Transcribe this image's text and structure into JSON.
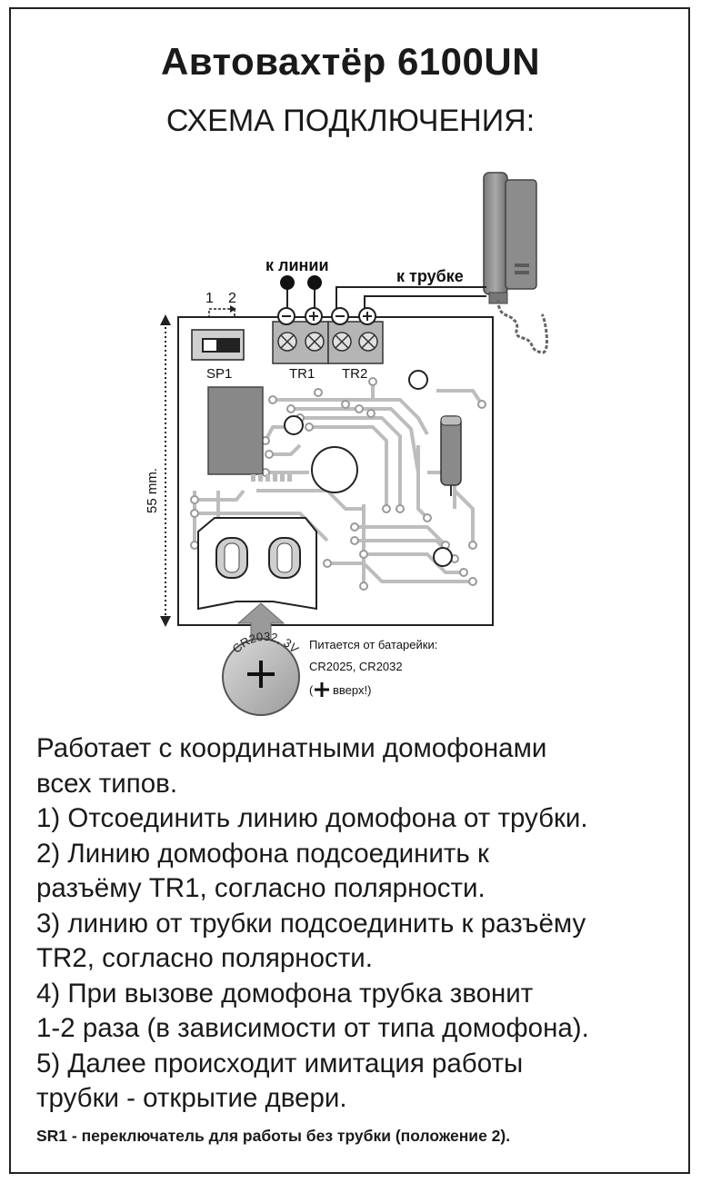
{
  "title": "Автовахтёр 6100UN",
  "subtitle": "СХЕМА ПОДКЛЮЧЕНИЯ:",
  "diagram": {
    "line_label": "к линии",
    "handset_label": "к трубке",
    "switch_positions": [
      "1",
      "2"
    ],
    "switch_label": "SP1",
    "connector_tr1": "TR1",
    "connector_tr2": "TR2",
    "dimension_label": "55 mm.",
    "battery_text": "CR2032, 3V",
    "battery_note": {
      "line1": "Питается от батарейки:",
      "line2": "CR2025, CR2032",
      "line3": "вверх!)"
    }
  },
  "instructions": [
    "Работает с координатными домофонами",
    "всех типов.",
    "1) Отсоединить линию домофона от трубки.",
    "2) Линию домофона подсоединить к",
    "разъёму TR1, согласно полярности.",
    "3) линию от трубки подсоединить к разъёму",
    "TR2, согласно полярности.",
    "4) При вызове домофона трубка звонит",
    "1-2 раза (в зависимости от типа домофона).",
    "5) Далее происходит имитация работы",
    "трубки - открытие двери."
  ],
  "footnote": "SR1 - переключатель для работы без трубки (положение 2)."
}
